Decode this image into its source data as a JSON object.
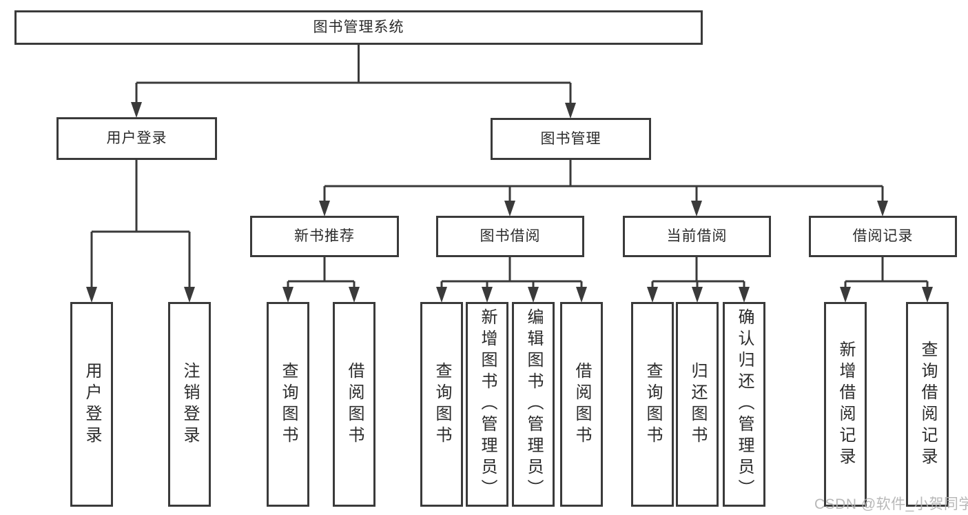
{
  "colors": {
    "line": "#3a3a3a",
    "box_border": "#3a3a3a",
    "box_background": "#ffffff",
    "text": "#2b2b2b",
    "watermark": "#b2b2b2"
  },
  "watermark": {
    "text": "CSDN @软件_小贺同学"
  },
  "tree": {
    "root": {
      "label": "图书管理系统"
    },
    "branches": [
      {
        "label": "用户登录",
        "children": [
          {
            "label": "用户登录"
          },
          {
            "label": "注销登录"
          }
        ]
      },
      {
        "label": "图书管理",
        "children": [
          {
            "label": "新书推荐",
            "children": [
              {
                "label": "查询图书"
              },
              {
                "label": "借阅图书"
              }
            ]
          },
          {
            "label": "图书借阅",
            "children": [
              {
                "label": "查询图书"
              },
              {
                "label": "新增图书（管理员）"
              },
              {
                "label": "编辑图书（管理员）"
              },
              {
                "label": "借阅图书"
              }
            ]
          },
          {
            "label": "当前借阅",
            "children": [
              {
                "label": "查询图书"
              },
              {
                "label": "归还图书"
              },
              {
                "label": "确认归还（管理员）"
              }
            ]
          },
          {
            "label": "借阅记录",
            "children": [
              {
                "label": "新增借阅记录"
              },
              {
                "label": "查询借阅记录"
              }
            ]
          }
        ]
      }
    ]
  }
}
